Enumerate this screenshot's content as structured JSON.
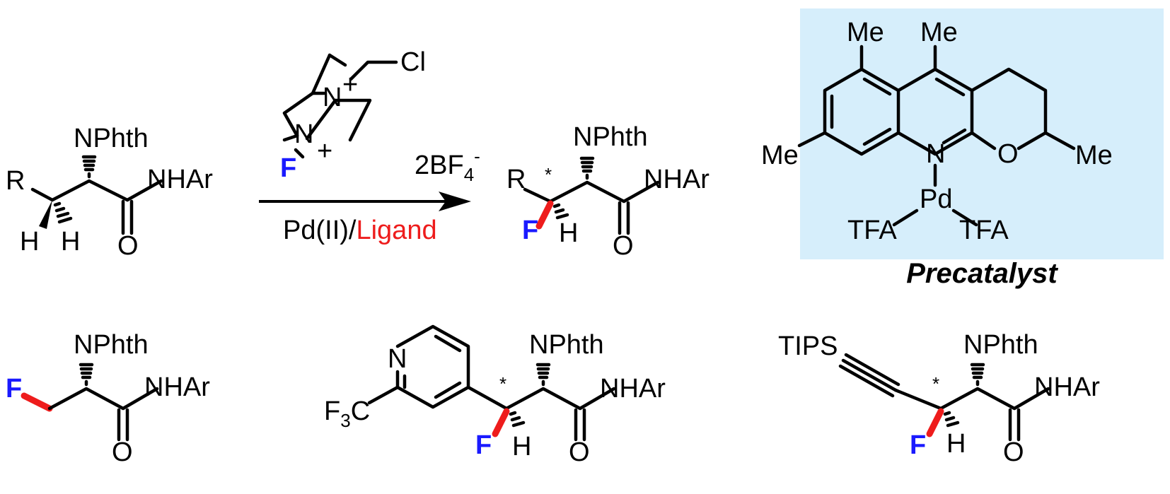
{
  "colors": {
    "fluorine": "#1a1aff",
    "ligand": "#ee1c1c",
    "red_bond": "#ee1c1c",
    "precatalyst_box": "#d6eefb",
    "bond": "#000000"
  },
  "reaction": {
    "substrate": {
      "r": "R",
      "nphth": "NPhth",
      "nhar": "NHAr",
      "o": "O",
      "h_left": "H",
      "h_right": "H"
    },
    "reagent": {
      "cl": "Cl",
      "n_top": "N",
      "n_top_charge": "+",
      "n_bottom": "N",
      "n_bottom_charge": "+",
      "f": "F",
      "counterion": "2BF",
      "counterion_sub": "4",
      "counterion_sup": "-"
    },
    "conditions": {
      "catalyst": "Pd(II)/",
      "ligand": "Ligand"
    },
    "product": {
      "r": "R",
      "star": "*",
      "nphth": "NPhth",
      "nhar": "NHAr",
      "o": "O",
      "f": "F",
      "h": "H"
    }
  },
  "precatalyst": {
    "me_top_left": "Me",
    "me_top_right": "Me",
    "me_left": "Me",
    "me_right": "Me",
    "n": "N",
    "o": "O",
    "pd": "Pd",
    "tfa_left": "TFA",
    "tfa_right": "TFA",
    "caption": "Precatalyst"
  },
  "examples": [
    {
      "f": "F",
      "nphth": "NPhth",
      "nhar": "NHAr",
      "o": "O"
    },
    {
      "n_ring": "N",
      "cf3": "F",
      "cf3_sub": "3",
      "cf3_c": "C",
      "star": "*",
      "nphth": "NPhth",
      "nhar": "NHAr",
      "o": "O",
      "f": "F",
      "h": "H"
    },
    {
      "tips": "TIPS",
      "star": "*",
      "nphth": "NPhth",
      "nhar": "NHAr",
      "o": "O",
      "f": "F",
      "h": "H"
    }
  ]
}
